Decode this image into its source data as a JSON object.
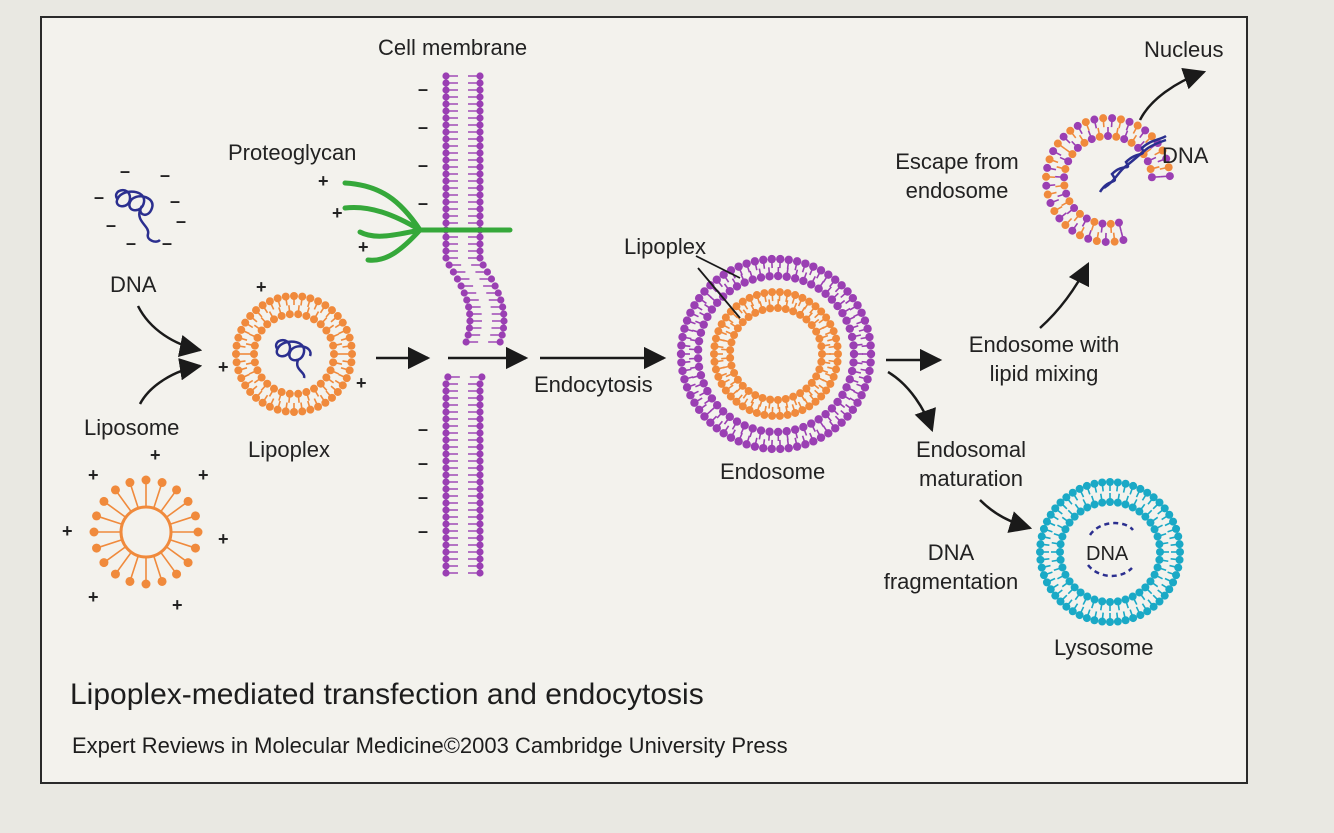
{
  "labels": {
    "cell_membrane": "Cell membrane",
    "proteoglycan": "Proteoglycan",
    "dna_free": "DNA",
    "liposome": "Liposome",
    "lipoplex_left": "Lipoplex",
    "endocytosis": "Endocytosis",
    "lipoplex_inside": "Lipoplex",
    "endosome": "Endosome",
    "endosome_lipid_mixing": [
      "Endosome with",
      "lipid mixing"
    ],
    "escape_from_endosome": [
      "Escape from",
      "endosome"
    ],
    "nucleus": "Nucleus",
    "dna_escaped": "DNA",
    "endosomal_maturation": [
      "Endosomal",
      "maturation"
    ],
    "dna_fragmentation": [
      "DNA",
      "fragmentation"
    ],
    "lysosome": "Lysosome",
    "dna_in_lysosome": "DNA"
  },
  "charges": {
    "positive": "+",
    "negative": "–"
  },
  "title": "Lipoplex-mediated transfection and endocytosis",
  "credit": "Expert Reviews in Molecular Medicine©2003 Cambridge University Press",
  "colors": {
    "liposome_orange": "#f08a3c",
    "membrane_purple": "#9a3fb3",
    "proteoglycan_green": "#35a83a",
    "dna_blue": "#2b2f8f",
    "lysosome_teal": "#1aa9c6",
    "arrow": "#1a1a1a"
  },
  "icons": [
    "dna-coil-icon",
    "liposome-icon",
    "lipoplex-icon",
    "proteoglycan-icon",
    "membrane-bilayer-icon",
    "endosome-icon",
    "lysosome-icon",
    "arrow-icon"
  ]
}
